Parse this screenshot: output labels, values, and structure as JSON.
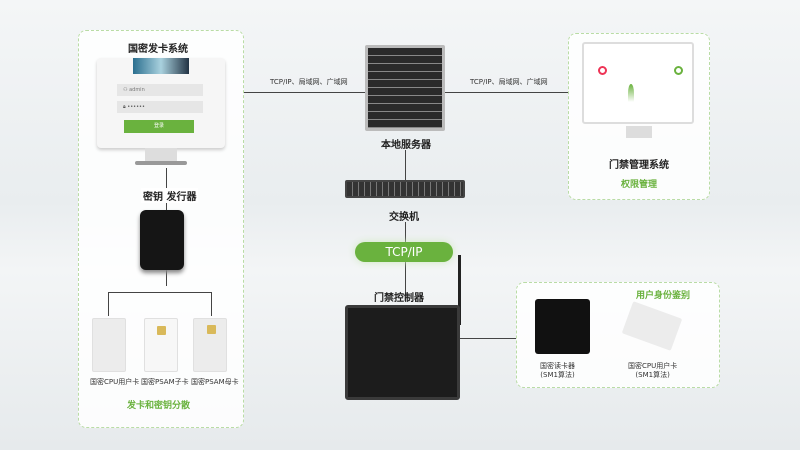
{
  "left_panel": {
    "title": "国密发卡系统",
    "login": {
      "username": "admin",
      "password": "••••••",
      "button": "登录"
    },
    "issuer_label": "密钥 发行器",
    "cards": [
      "国密CPU用户卡",
      "国密PSAM子卡",
      "国密PSAM母卡"
    ],
    "footer": "发卡和密钥分散"
  },
  "network": {
    "link_left": "TCP/IP、局域网、广域网",
    "link_right": "TCP/IP、局域网、广域网",
    "server": "本地服务器",
    "switch": "交换机",
    "protocol": "TCP/IP",
    "controller": "门禁控制器"
  },
  "right_top": {
    "title": "门禁管理系统",
    "subtitle": "权限管理"
  },
  "right_bottom": {
    "title": "用户身份鉴别",
    "reader": "国密读卡器",
    "reader_algo": "(SM1算法)",
    "card": "国密CPU用户卡",
    "card_algo": "(SM1算法)"
  },
  "colors": {
    "accent": "#6ab23e",
    "border": "#b9dca5"
  }
}
